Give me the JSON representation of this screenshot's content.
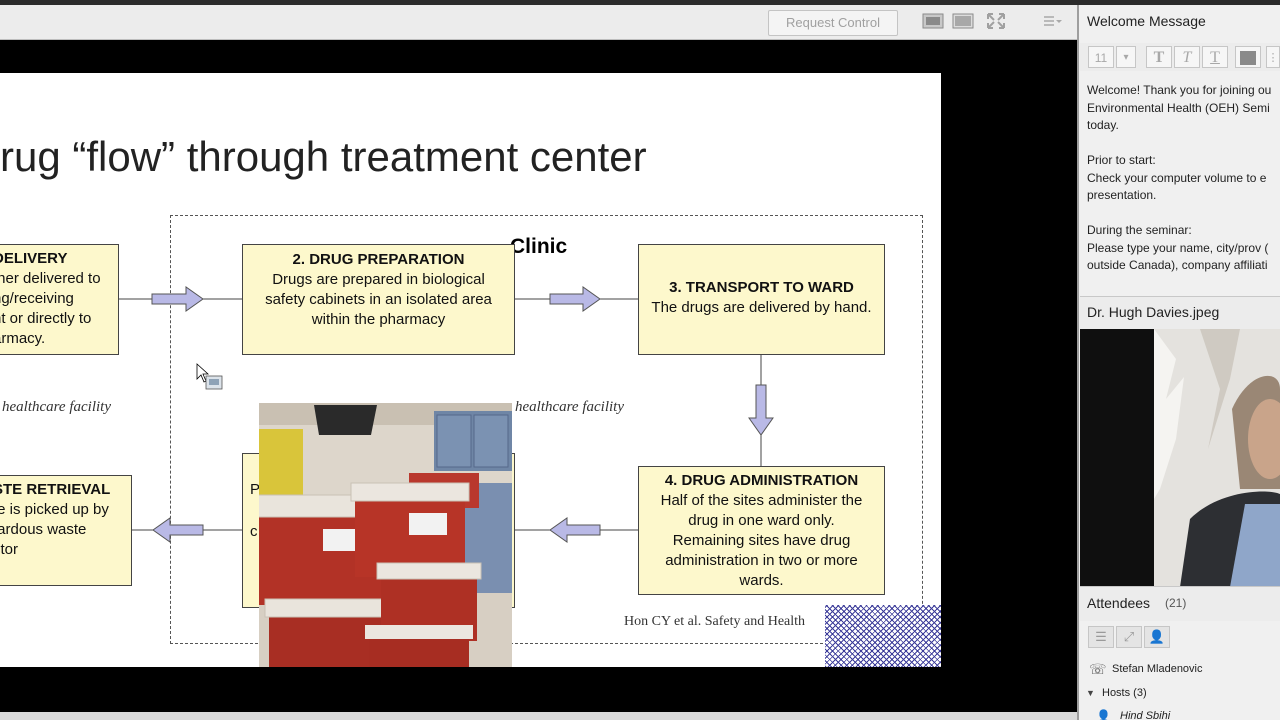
{
  "toolbar": {
    "request_control_label": "Request Control",
    "icons": [
      "layout-single-icon",
      "layout-split-icon",
      "fullscreen-icon",
      "menu-icon"
    ]
  },
  "slide": {
    "title": "rug “flow” through treatment center",
    "clinic_label": "Clinic",
    "box1": {
      "heading": "DELIVERY",
      "lines": [
        "ther delivered to",
        "ng/receiving",
        "nt or directly to",
        "armacy."
      ]
    },
    "box2": {
      "heading": "2. DRUG PREPARATION",
      "lines": [
        "Drugs are prepared in biological",
        "safety cabinets in an isolated area",
        "within the pharmacy"
      ]
    },
    "box3": {
      "heading": "3. TRANSPORT TO WARD",
      "lines": [
        "The drugs are delivered by hand."
      ]
    },
    "box4": {
      "heading": "4. DRUG ADMINISTRATION",
      "lines": [
        "Half of the sites administer the",
        "drug in one ward only.",
        "Remaining sites have drug",
        "administration in two or more",
        "wards."
      ]
    },
    "box6": {
      "heading": "STE RETRIEVAL",
      "lines": [
        "te is picked up by",
        "tardous waste",
        "ctor"
      ]
    },
    "box5_partial": [
      "P",
      "c"
    ],
    "outside_label_left": "healthcare facility",
    "outside_label_right": "healthcare facility",
    "citation": "Hon CY et al. Safety and Health"
  },
  "panels": {
    "welcome": {
      "title": "Welcome Message",
      "font_size": "11",
      "text": "Welcome! Thank you for joining ou\nEnvironmental Health (OEH) Semi\ntoday.\n\nPrior to start:\nCheck your computer volume to e\npresentation.\n\nDuring the seminar:\nPlease type your name, city/prov (\noutside Canada), company affiliati"
    },
    "image": {
      "title": "Dr. Hugh Davies.jpeg"
    },
    "attendees": {
      "title": "Attendees",
      "count": "(21)",
      "rows": [
        {
          "name": "Stefan Mladenovic",
          "icon": "phone-icon"
        },
        {
          "name": "Hosts (3)",
          "icon": "collapse-triangle-icon"
        },
        {
          "name": "Hind Sbihi",
          "icon": "user-icon"
        }
      ]
    }
  },
  "colors": {
    "box_fill": "#fdf8cc",
    "arrow_fill": "#b9b9e6"
  }
}
